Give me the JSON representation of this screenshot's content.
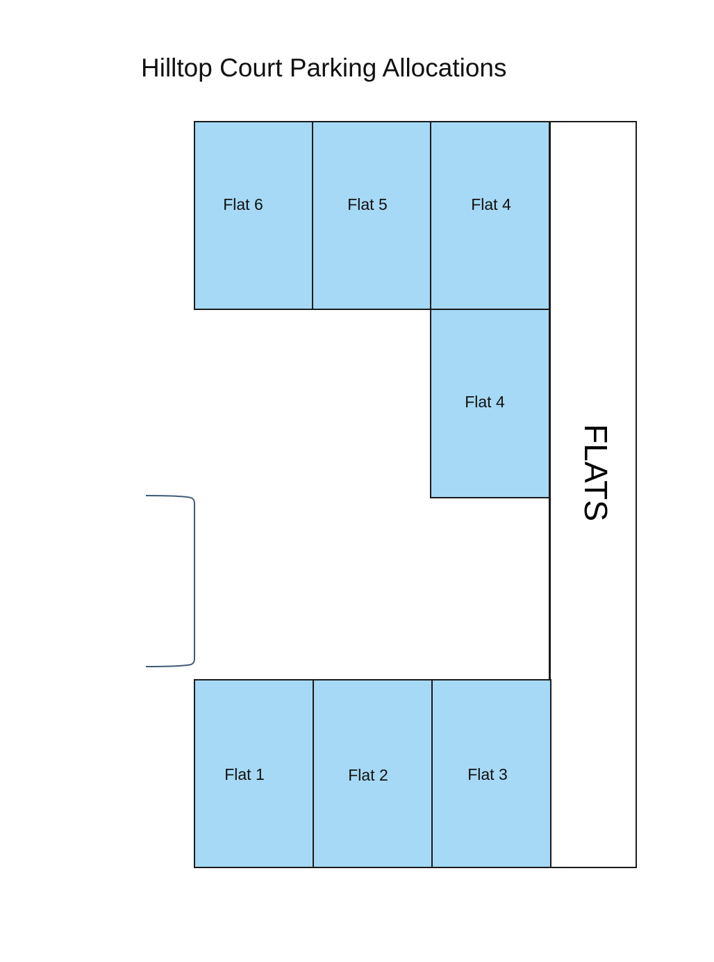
{
  "diagram": {
    "title": "Hilltop Court Parking Allocations",
    "building_label": "FLATS",
    "colors": {
      "bay_fill": "#a6d9f5",
      "line": "#1a1a1a",
      "entrance_line": "#3d5a78",
      "background": "#ffffff"
    },
    "bays": [
      {
        "label": "Flat 6"
      },
      {
        "label": "Flat 5"
      },
      {
        "label": "Flat 4"
      },
      {
        "label": "Flat 4"
      },
      {
        "label": "Flat 1"
      },
      {
        "label": "Flat 2"
      },
      {
        "label": "Flat 3"
      }
    ]
  }
}
